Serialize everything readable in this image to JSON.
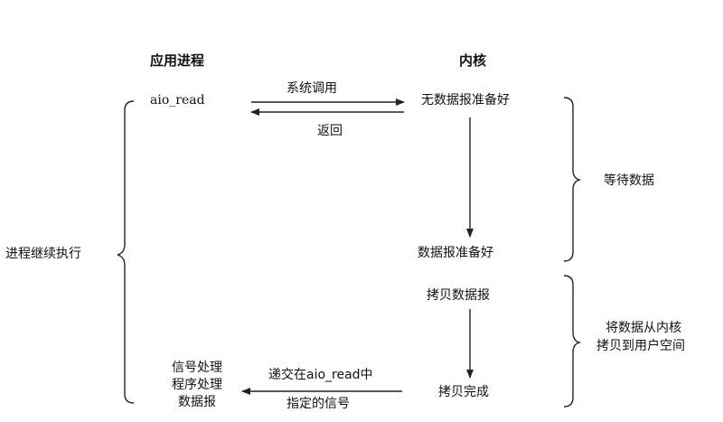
{
  "headers": {
    "app_process": "应用进程",
    "kernel": "内核"
  },
  "app_side": {
    "call": "aio_read",
    "continue_exec": "进程继续执行",
    "signal_lines": [
      "信号处理",
      "程序处理",
      "数据报"
    ]
  },
  "messages": {
    "syscall": "系统调用",
    "return": "返回",
    "deliver_line1": "递交在aio_read中",
    "deliver_line2": "指定的信号"
  },
  "kernel_states": {
    "not_ready": "无数据报准备好",
    "ready": "数据报准备好",
    "copy": "拷贝数据报",
    "copy_done": "拷贝完成"
  },
  "phases": {
    "wait": "等待数据",
    "copy_line1": "将数据从内核",
    "copy_line2": "拷贝到用户空间"
  }
}
